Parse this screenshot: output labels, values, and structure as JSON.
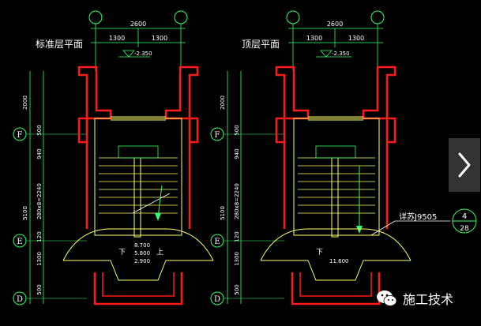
{
  "plans": {
    "left": {
      "title": "标准层平面",
      "dim_top_total": "2600",
      "dim_top_left": "1300",
      "dim_top_right": "1300",
      "level_mark": "-2.350",
      "landing_levels": [
        "8.700",
        "5.800",
        "2.900"
      ],
      "down_label": "下",
      "up_label": "上"
    },
    "right": {
      "title": "顶层平面",
      "dim_top_total": "2600",
      "dim_top_left": "1300",
      "dim_top_right": "1300",
      "level_mark": "-2.350",
      "landing_level": "11.600",
      "down_label": "下",
      "detail_note": "详苏J9505",
      "detail_num": "4",
      "detail_sheet": "28"
    }
  },
  "grid_axes": [
    "F",
    "E",
    "D"
  ],
  "vertical_dims": [
    "2000",
    "500",
    "940",
    "280x8=2240",
    "5100",
    "120",
    "1300",
    "500"
  ],
  "watermark": {
    "text": "施工技术",
    "icon": "wechat-icon"
  },
  "nav": {
    "next_icon": "chevron-right-icon"
  },
  "colors": {
    "background": "#000000",
    "wall": "#ff1a1a",
    "stair": "#ffff66",
    "dimension": "#33ff66",
    "text": "#ffffff"
  }
}
